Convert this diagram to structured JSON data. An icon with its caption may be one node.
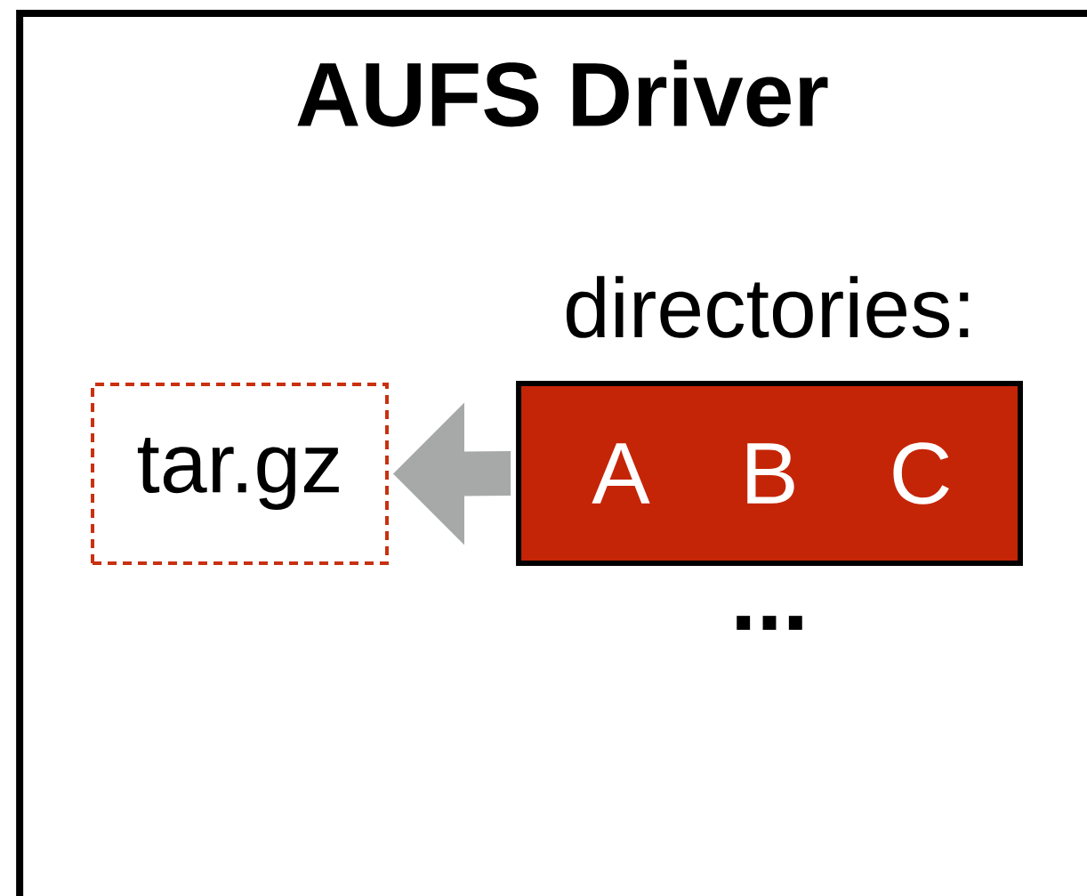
{
  "diagram": {
    "nodes": [
      {
        "text": [
          "AUFS Driver"
        ]
      },
      {
        "text": [
          "tar.gz"
        ],
        "in": 0
      },
      {
        "text": [
          "directories:",
          "A",
          "B",
          "C"
        ],
        "in": 0,
        "beside": [
          "..."
        ]
      }
    ],
    "edges": [
      {
        "from": 2,
        "to": 1,
        "arrow": "to",
        "style": "thick",
        "color": "#a6a9a8"
      }
    ]
  }
}
